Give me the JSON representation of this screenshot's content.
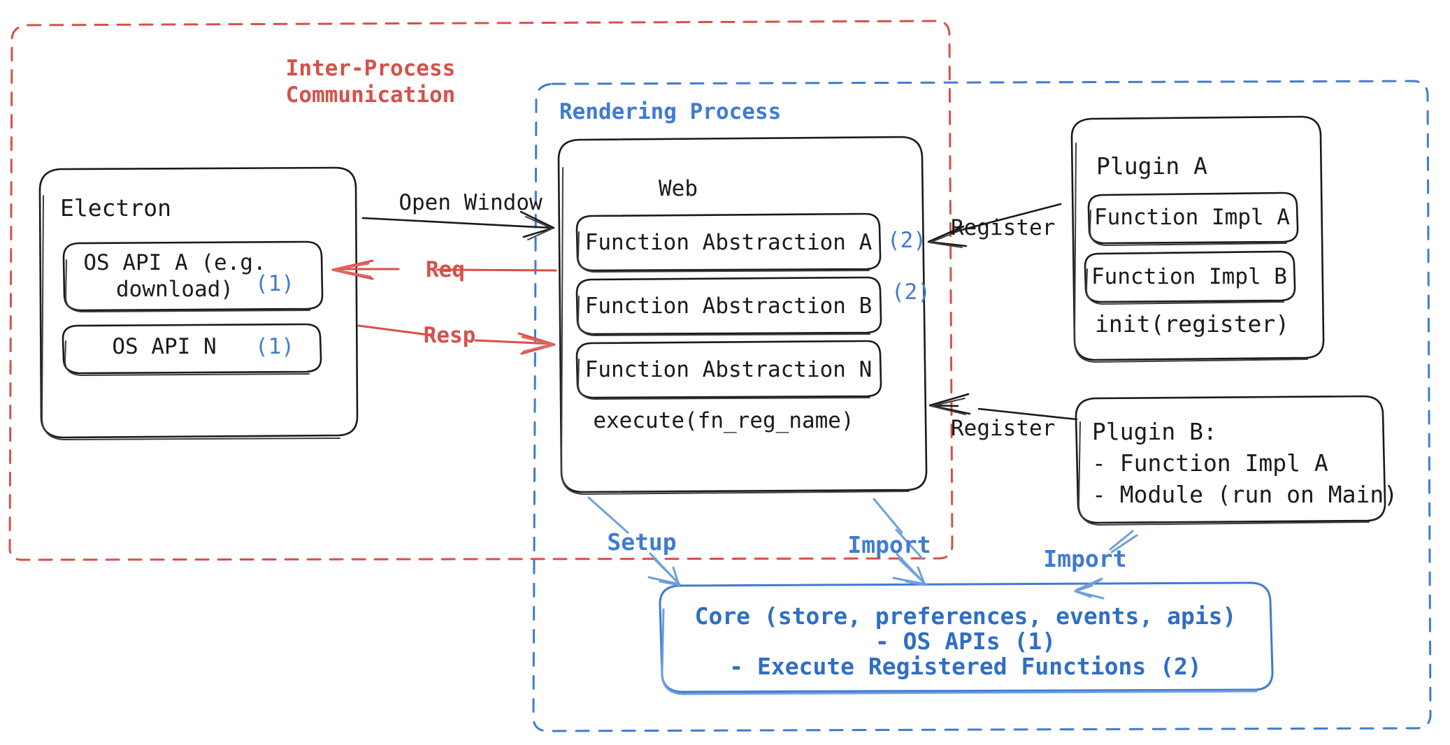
{
  "diagram": {
    "title": "Electron plugin architecture",
    "colors": {
      "ipc_red": "#d6504a",
      "render_blue": "#3f7bd1",
      "core_blue": "#2f6ec4",
      "ink": "#1a1a1a",
      "background": "#ffffff"
    },
    "regions": [
      {
        "key": "ipc",
        "label": "Inter-Process\nCommunication",
        "style": "dashed",
        "color": "#d6504a"
      },
      {
        "key": "rendering",
        "label": "Rendering Process",
        "style": "dashed",
        "color": "#3f7bd1"
      }
    ],
    "nodes": {
      "electron": {
        "title": "Electron",
        "items": [
          {
            "label": "OS API A (e.g.\ndownload)",
            "tag": "(1)"
          },
          {
            "label": "OS API N",
            "tag": "(1)"
          }
        ]
      },
      "web": {
        "title": "Web",
        "items": [
          {
            "label": "Function Abstraction A",
            "tag": "(2)"
          },
          {
            "label": "Function Abstraction B",
            "tag": "(2)"
          },
          {
            "label": "Function Abstraction N",
            "tag": ""
          }
        ],
        "footer": "execute(fn_reg_name)"
      },
      "plugin_a": {
        "title": "Plugin A",
        "items": [
          {
            "label": "Function Impl A"
          },
          {
            "label": "Function Impl B"
          }
        ],
        "footer": "init(register)"
      },
      "plugin_b": {
        "lines": [
          "Plugin B:",
          "- Function Impl A",
          "- Module (run on Main)"
        ]
      },
      "core": {
        "lines": [
          "Core (store, preferences, events, apis)",
          "- OS APIs (1)",
          "- Execute Registered Functions (2)"
        ]
      }
    },
    "edges": [
      {
        "key": "open-window",
        "label": "Open Window",
        "color": "#1a1a1a",
        "from": "electron",
        "to": "web"
      },
      {
        "key": "req",
        "label": "Req",
        "color": "#d6504a",
        "from": "web",
        "to": "electron"
      },
      {
        "key": "resp",
        "label": "Resp",
        "color": "#d6504a",
        "from": "electron",
        "to": "web"
      },
      {
        "key": "register-a",
        "label": "Register",
        "color": "#1a1a1a",
        "from": "plugin_a",
        "to": "web"
      },
      {
        "key": "register-b",
        "label": "Register",
        "color": "#1a1a1a",
        "from": "plugin_b",
        "to": "web"
      },
      {
        "key": "setup",
        "label": "Setup",
        "color": "#3f7bd1",
        "from": "web",
        "to": "core"
      },
      {
        "key": "import-web",
        "label": "Import",
        "color": "#3f7bd1",
        "from": "web",
        "to": "core"
      },
      {
        "key": "import-plugin",
        "label": "Import",
        "color": "#3f7bd1",
        "from": "plugin_b",
        "to": "core"
      }
    ]
  }
}
